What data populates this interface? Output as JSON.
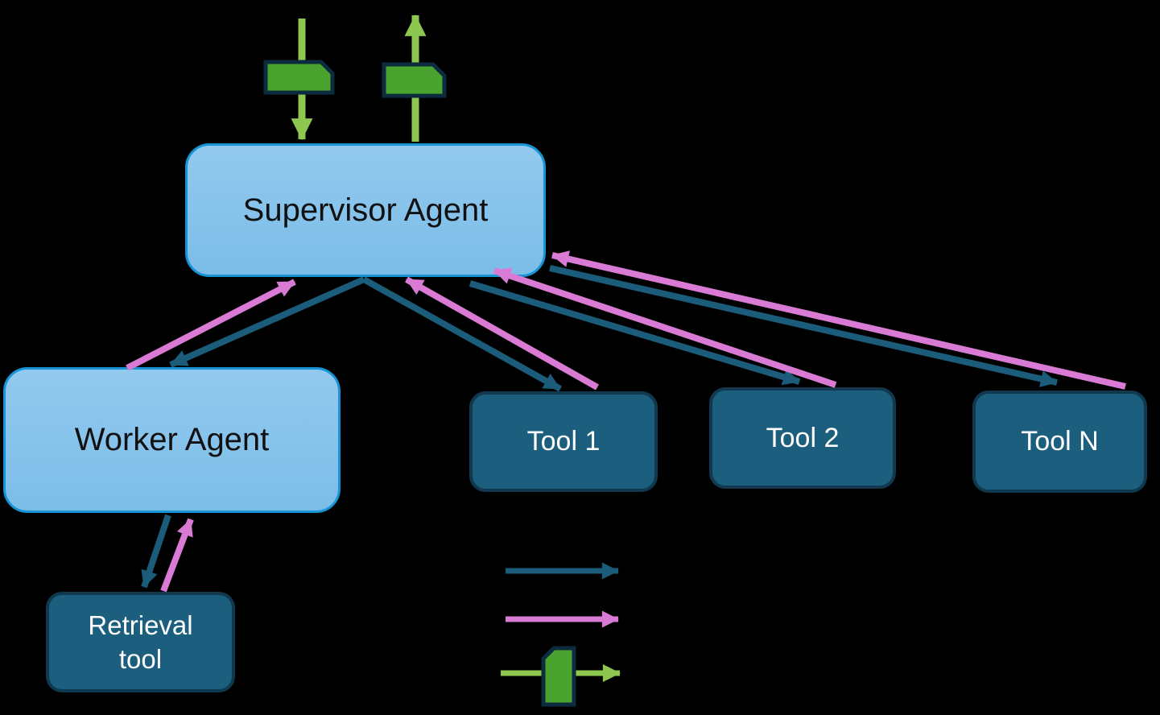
{
  "nodes": {
    "supervisor": {
      "label": "Supervisor Agent"
    },
    "worker": {
      "label": "Worker Agent"
    },
    "tool1": {
      "label": "Tool 1"
    },
    "tool2": {
      "label": "Tool 2"
    },
    "toolN": {
      "label": "Tool N"
    },
    "retrieval": {
      "label": "Retrieval\ntool"
    }
  },
  "edges": [
    {
      "from": "supervisor",
      "to": "worker",
      "type": "request"
    },
    {
      "from": "worker",
      "to": "supervisor",
      "type": "response"
    },
    {
      "from": "supervisor",
      "to": "tool-1",
      "type": "request"
    },
    {
      "from": "tool-1",
      "to": "supervisor",
      "type": "response"
    },
    {
      "from": "supervisor",
      "to": "tool-2",
      "type": "request"
    },
    {
      "from": "tool-2",
      "to": "supervisor",
      "type": "response"
    },
    {
      "from": "supervisor",
      "to": "tool-n",
      "type": "request"
    },
    {
      "from": "tool-n",
      "to": "supervisor",
      "type": "response"
    },
    {
      "from": "worker",
      "to": "retrieval-tool",
      "type": "request"
    },
    {
      "from": "retrieval-tool",
      "to": "worker",
      "type": "response"
    },
    {
      "from": "outside",
      "to": "supervisor",
      "type": "io-input"
    },
    {
      "from": "supervisor",
      "to": "outside",
      "type": "io-output"
    }
  ],
  "legend": {
    "items": [
      {
        "icon": "request-arrow-icon",
        "label": ""
      },
      {
        "icon": "response-arrow-icon",
        "label": ""
      },
      {
        "icon": "io-arrow-icon",
        "label": ""
      }
    ]
  },
  "colors": {
    "background": "#000000",
    "agent_fill_top": "#93C9EE",
    "agent_fill_bottom": "#7BBDE8",
    "agent_border": "#1694D6",
    "agent_text": "#111111",
    "tool_fill": "#1B5E7D",
    "tool_border": "#10384E",
    "tool_text": "#FFFFFF",
    "request_arrow": "#1B5C7A",
    "response_arrow": "#D97BD4",
    "io_arrow": "#8DC74F",
    "io_block_fill": "#4AA32F",
    "io_block_border": "#0D2B3E"
  }
}
